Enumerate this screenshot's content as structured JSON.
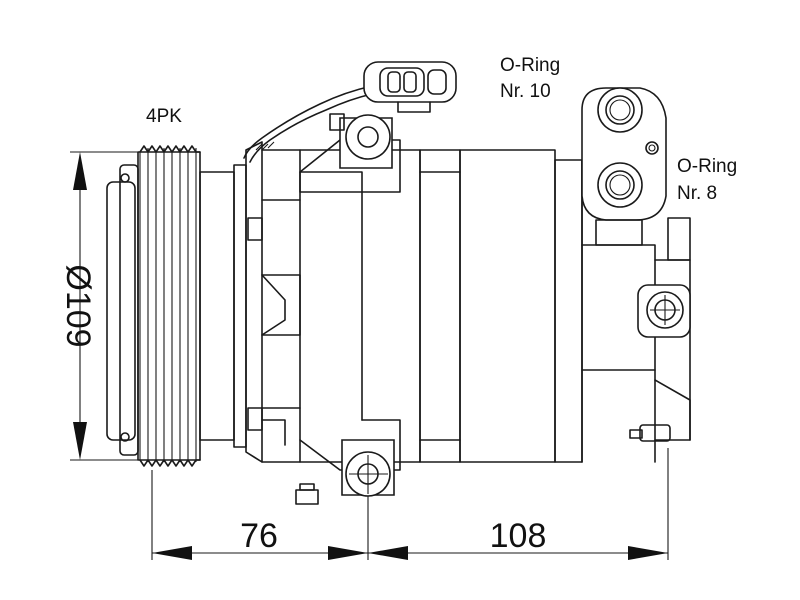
{
  "labels": {
    "belt": "4PK",
    "oring_suction_title": "O-Ring",
    "oring_suction_nr": "Nr. 10",
    "oring_discharge_title": "O-Ring",
    "oring_discharge_nr": "Nr. 8"
  },
  "dimensions": {
    "pulley_diameter": "Ø109",
    "clutch_to_mount": "76",
    "mount_to_rear": "108"
  }
}
